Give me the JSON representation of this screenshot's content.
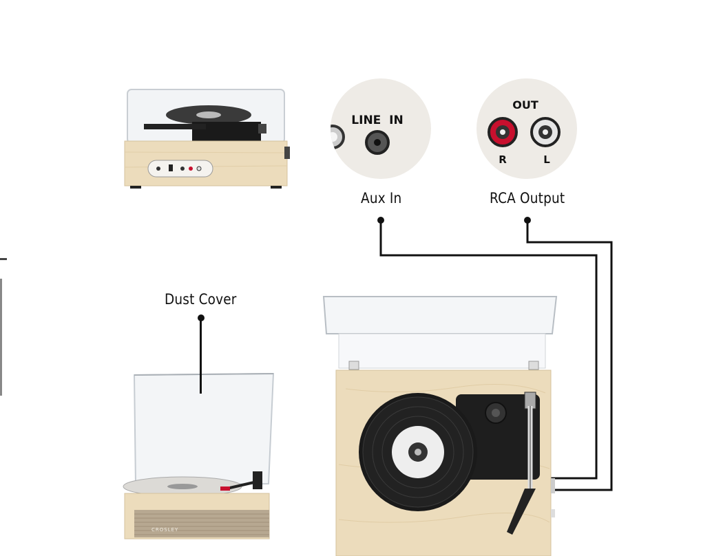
{
  "callouts": {
    "aux_in": "Aux In",
    "rca_output": "RCA Output",
    "dust_cover": "Dust Cover"
  },
  "panels": {
    "line_in": "LINE  IN",
    "out": "OUT",
    "right": "R",
    "left": "L"
  },
  "brand": "CROSLEY",
  "colors": {
    "wood": "#ecdcbc",
    "line": "#111111",
    "rca_red": "#c8102e",
    "panel": "#eeebe6"
  }
}
